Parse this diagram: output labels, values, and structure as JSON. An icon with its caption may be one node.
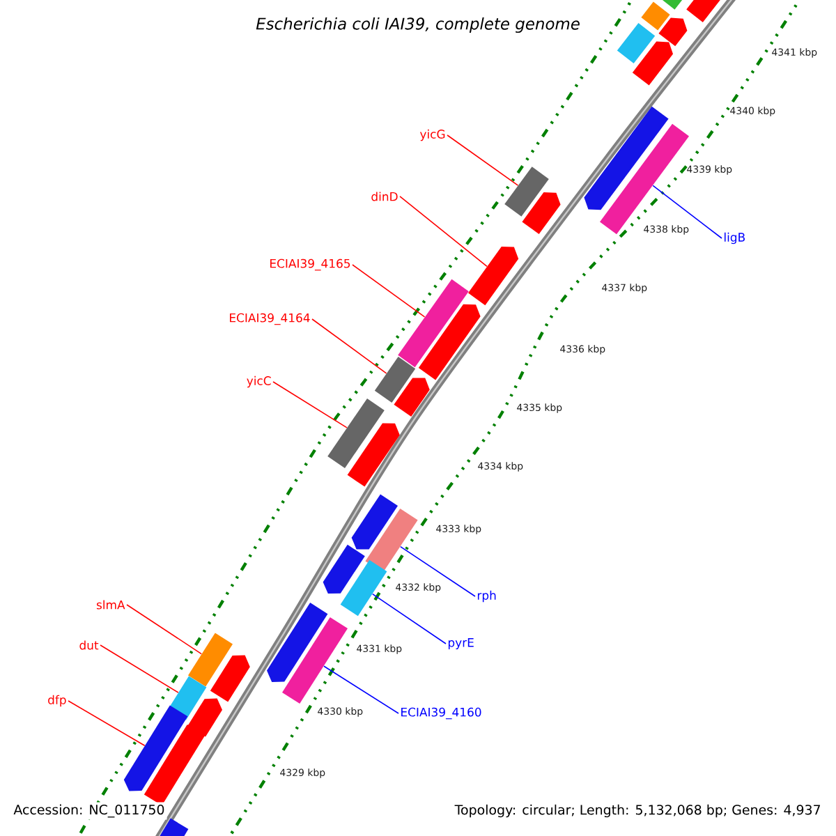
{
  "diagram": {
    "title": "Escherichia coli IAI39, complete genome",
    "nodes": [
      {
        "text": [
          "yicG"
        ]
      },
      {
        "text": [],
        "shape": "bar"
      },
      {
        "text": [
          "dinD"
        ]
      },
      {
        "text": [],
        "shape": "bar"
      },
      {
        "text": [
          "ligB"
        ]
      },
      {
        "text": [],
        "shape": "bar"
      },
      {
        "text": [
          "ECIAI39_4165"
        ]
      },
      {
        "text": [],
        "shape": "bar"
      },
      {
        "text": [
          "ECIAI39_4164"
        ]
      },
      {
        "text": [],
        "shape": "bar"
      },
      {
        "text": [
          "yicC"
        ]
      },
      {
        "text": [],
        "shape": "bar"
      },
      {
        "text": [
          "rph"
        ]
      },
      {
        "text": [],
        "shape": "bar"
      },
      {
        "text": [
          "slmA"
        ]
      },
      {
        "text": [],
        "shape": "bar"
      },
      {
        "text": [
          "pyrE"
        ]
      },
      {
        "text": [],
        "shape": "bar"
      },
      {
        "text": [
          "dut"
        ]
      },
      {
        "text": [],
        "shape": "bar"
      },
      {
        "text": [
          "dfp"
        ]
      },
      {
        "text": [],
        "shape": "bar"
      },
      {
        "text": [
          "ECIAI39_4160"
        ]
      },
      {
        "text": [],
        "shape": "bar"
      },
      {
        "text": [],
        "shape": "bar"
      },
      {
        "text": [],
        "shape": "bar"
      },
      {
        "text": [],
        "shape": "bar"
      },
      {
        "text": [],
        "shape": "bar"
      },
      {
        "text": [],
        "shape": "bar"
      },
      {
        "text": [],
        "shape": "bar"
      },
      {
        "text": [],
        "shape": "bar"
      },
      {
        "text": [],
        "shape": "bar"
      },
      {
        "text": [],
        "shape": "bar"
      },
      {
        "text": [],
        "shape": "bar"
      },
      {
        "text": [],
        "shape": "bar"
      },
      {
        "text": [],
        "shape": "bar"
      },
      {
        "text": [],
        "shape": "bar"
      },
      {
        "text": [],
        "shape": "bar"
      },
      {
        "text": [],
        "shape": "bar"
      },
      {
        "text": [],
        "shape": "bar"
      },
      {
        "text": [],
        "shape": "bar"
      },
      {
        "text": [],
        "shape": "bar"
      }
    ],
    "edges": [
      {
        "from": 0,
        "to": 1,
        "arrow": "none"
      },
      {
        "from": 2,
        "to": 3,
        "arrow": "none"
      },
      {
        "from": 4,
        "to": 5,
        "arrow": "none",
        "color": "#0000ff"
      },
      {
        "from": 6,
        "to": 7,
        "arrow": "none"
      },
      {
        "from": 8,
        "to": 9,
        "arrow": "none"
      },
      {
        "from": 10,
        "to": 11,
        "arrow": "none"
      },
      {
        "from": 12,
        "to": 13,
        "arrow": "none",
        "color": "#0000ff"
      },
      {
        "from": 14,
        "to": 15,
        "arrow": "none"
      },
      {
        "from": 16,
        "to": 17,
        "arrow": "none",
        "color": "#0000ff"
      },
      {
        "from": 18,
        "to": 19,
        "arrow": "none"
      },
      {
        "from": 20,
        "to": 21,
        "arrow": "none"
      },
      {
        "from": 22,
        "to": 23,
        "arrow": "none",
        "color": "#0000ff"
      }
    ],
    "labels": [
      "4341 kbp",
      "4340 kbp",
      "4339 kbp",
      "4338 kbp",
      "4337 kbp",
      "4336 kbp",
      "4335 kbp",
      "4334 kbp",
      "4333 kbp",
      "4332 kbp",
      "4331 kbp",
      "4330 kbp",
      "4329 kbp",
      "Accession: NC_011750",
      "Topology: circular; Length: 5,132,068 bp; Genes: 4,937"
    ]
  }
}
